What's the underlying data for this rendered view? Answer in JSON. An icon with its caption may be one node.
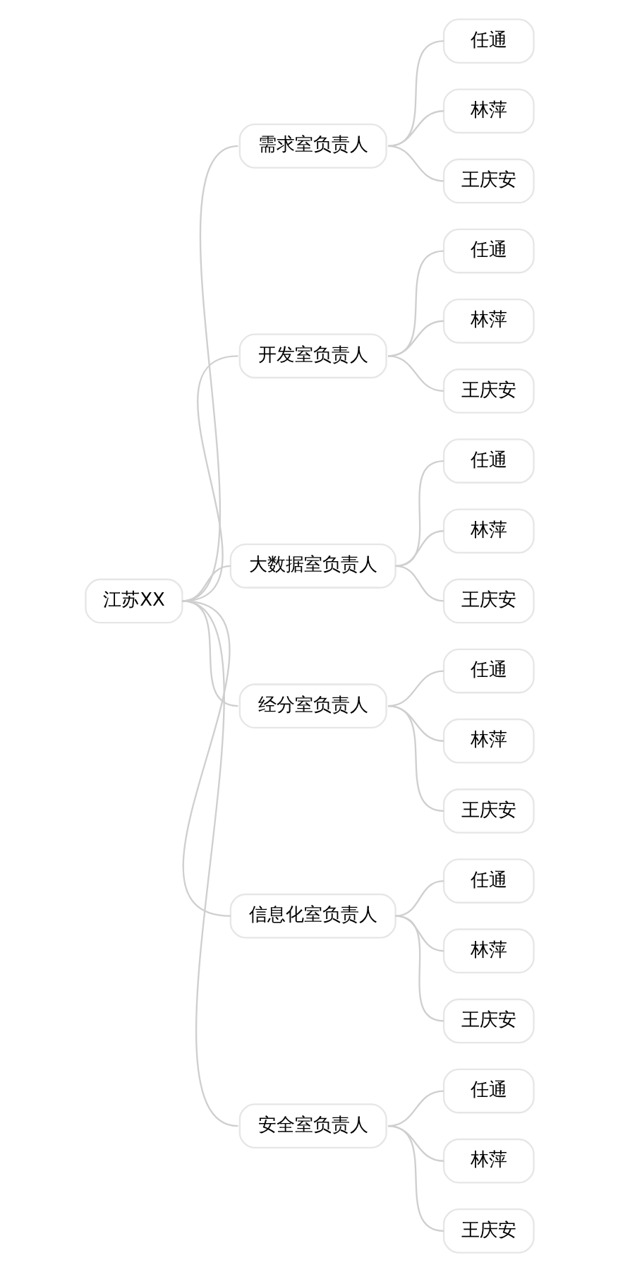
{
  "diagram": {
    "nodes": [
      {
        "text": [
          "江苏XX"
        ]
      },
      {
        "text": [
          "需求室负责人"
        ]
      },
      {
        "text": [
          "任通"
        ]
      },
      {
        "text": [
          "林萍"
        ]
      },
      {
        "text": [
          "王庆安"
        ]
      },
      {
        "text": [
          "开发室负责人"
        ]
      },
      {
        "text": [
          "任通"
        ]
      },
      {
        "text": [
          "林萍"
        ]
      },
      {
        "text": [
          "王庆安"
        ]
      },
      {
        "text": [
          "大数据室负责人"
        ]
      },
      {
        "text": [
          "任通"
        ]
      },
      {
        "text": [
          "林萍"
        ]
      },
      {
        "text": [
          "王庆安"
        ]
      },
      {
        "text": [
          "经分室负责人"
        ]
      },
      {
        "text": [
          "任通"
        ]
      },
      {
        "text": [
          "林萍"
        ]
      },
      {
        "text": [
          "王庆安"
        ]
      },
      {
        "text": [
          "信息化室负责人"
        ]
      },
      {
        "text": [
          "任通"
        ]
      },
      {
        "text": [
          "林萍"
        ]
      },
      {
        "text": [
          "王庆安"
        ]
      },
      {
        "text": [
          "安全室负责人"
        ]
      },
      {
        "text": [
          "任通"
        ]
      },
      {
        "text": [
          "林萍"
        ]
      },
      {
        "text": [
          "王庆安"
        ]
      }
    ],
    "edges": [
      {
        "from": 0,
        "to": 1,
        "arrow": "none"
      },
      {
        "from": 1,
        "to": 2,
        "arrow": "none"
      },
      {
        "from": 1,
        "to": 3,
        "arrow": "none"
      },
      {
        "from": 1,
        "to": 4,
        "arrow": "none"
      },
      {
        "from": 0,
        "to": 5,
        "arrow": "none"
      },
      {
        "from": 5,
        "to": 6,
        "arrow": "none"
      },
      {
        "from": 5,
        "to": 7,
        "arrow": "none"
      },
      {
        "from": 5,
        "to": 8,
        "arrow": "none"
      },
      {
        "from": 0,
        "to": 9,
        "arrow": "none"
      },
      {
        "from": 9,
        "to": 10,
        "arrow": "none"
      },
      {
        "from": 9,
        "to": 11,
        "arrow": "none"
      },
      {
        "from": 9,
        "to": 12,
        "arrow": "none"
      },
      {
        "from": 0,
        "to": 13,
        "arrow": "none"
      },
      {
        "from": 13,
        "to": 14,
        "arrow": "none"
      },
      {
        "from": 13,
        "to": 15,
        "arrow": "none"
      },
      {
        "from": 13,
        "to": 16,
        "arrow": "none"
      },
      {
        "from": 0,
        "to": 17,
        "arrow": "none"
      },
      {
        "from": 17,
        "to": 18,
        "arrow": "none"
      },
      {
        "from": 17,
        "to": 19,
        "arrow": "none"
      },
      {
        "from": 17,
        "to": 20,
        "arrow": "none"
      },
      {
        "from": 0,
        "to": 21,
        "arrow": "none"
      },
      {
        "from": 21,
        "to": 22,
        "arrow": "none"
      },
      {
        "from": 21,
        "to": 23,
        "arrow": "none"
      },
      {
        "from": 21,
        "to": 24,
        "arrow": "none"
      }
    ]
  }
}
